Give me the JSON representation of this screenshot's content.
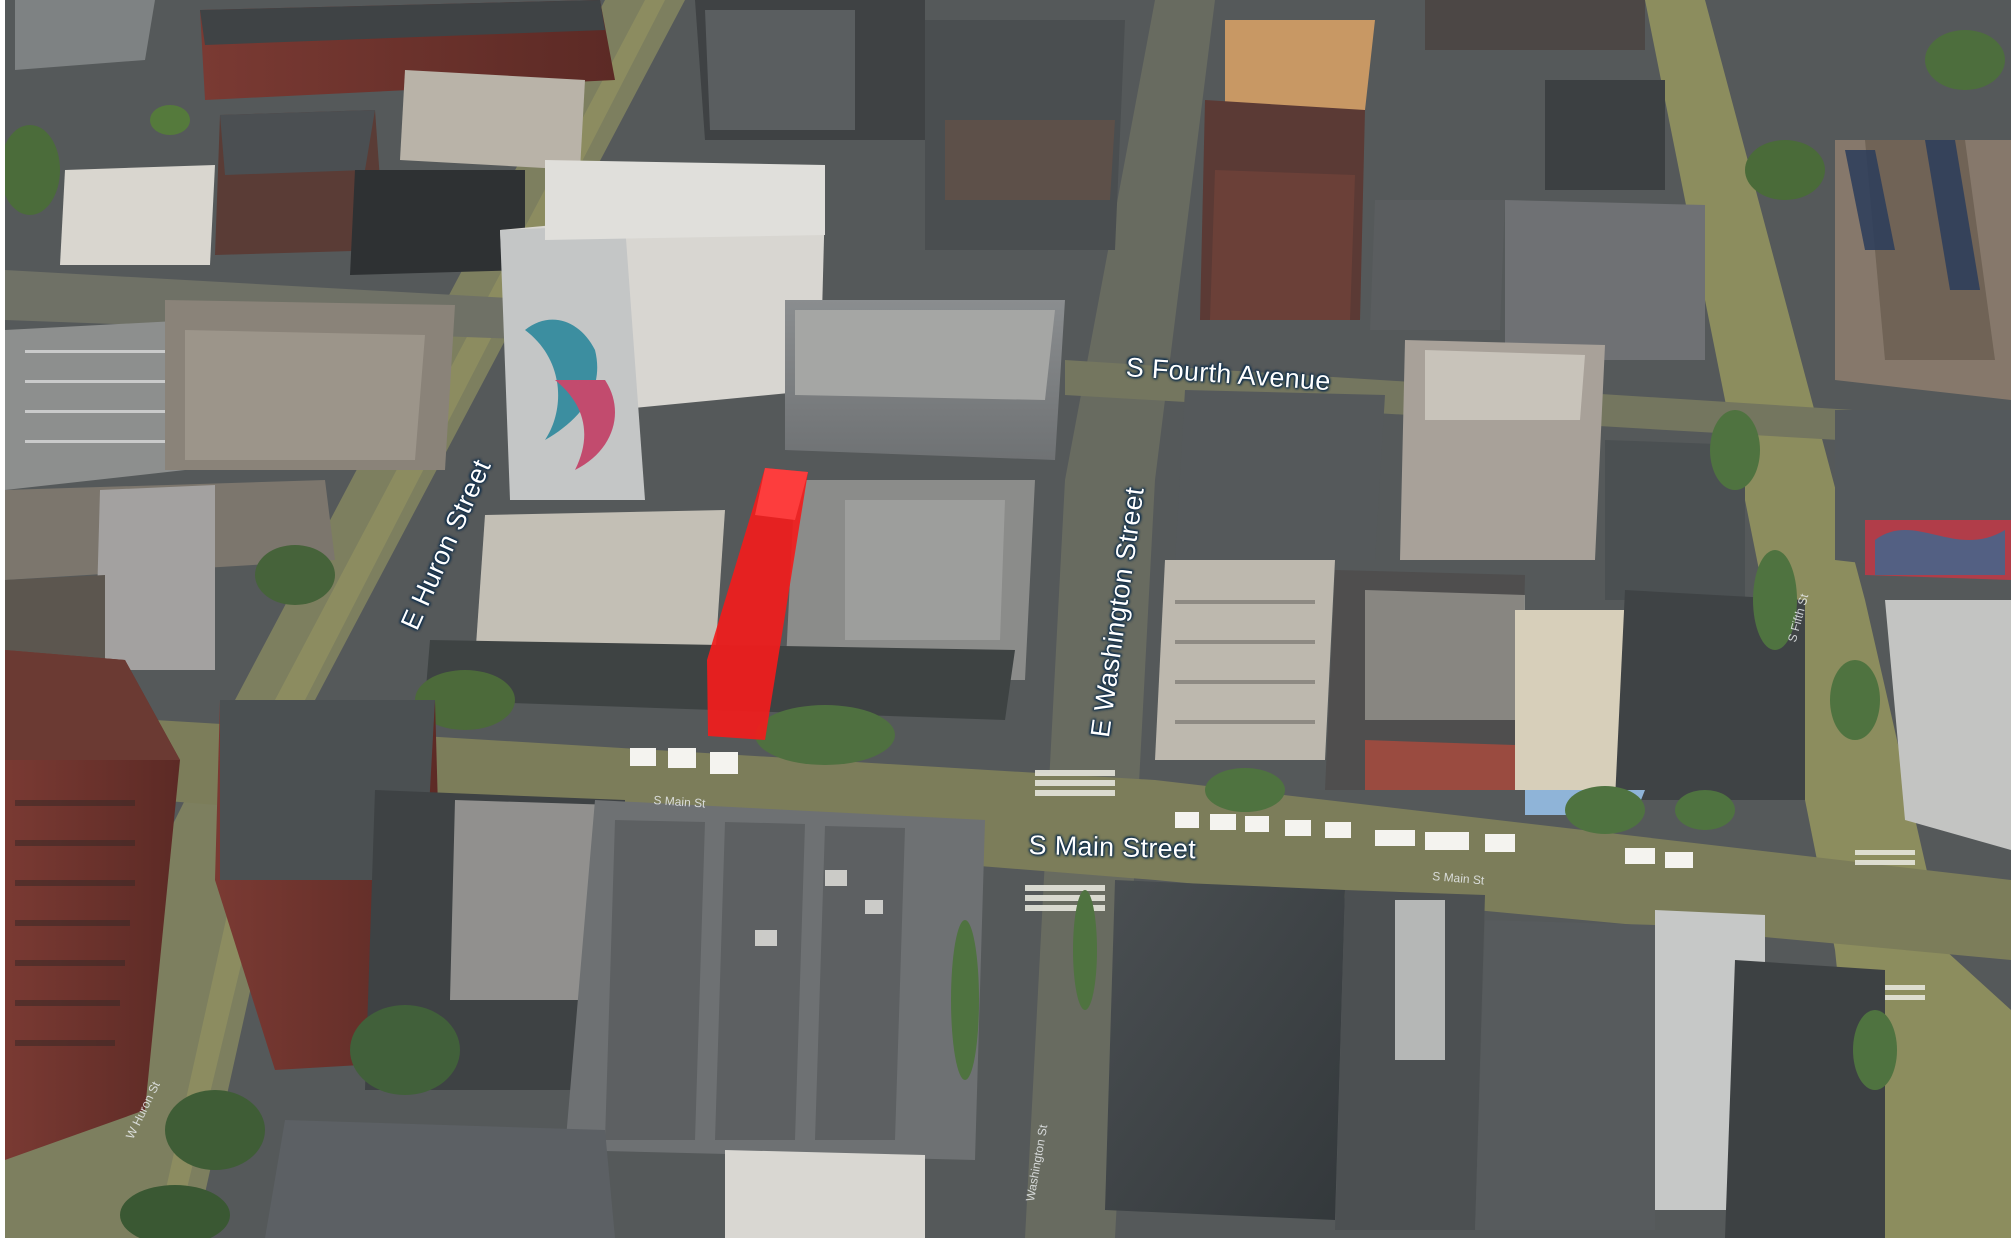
{
  "map": {
    "street_labels": {
      "s_fourth_avenue": "S Fourth Avenue",
      "e_huron_street": "E Huron Street",
      "e_washington_street": "E Washington Street",
      "s_main_street": "S Main Street"
    },
    "road_markings": {
      "s_main_st_left": "S Main St",
      "s_main_st_right": "S Main St",
      "w_huron_st": "W Huron St",
      "washington_st": "Washington St",
      "fifth_st": "S Fifth St"
    },
    "highlight": {
      "description_color": "#ff1a1a"
    },
    "colors": {
      "highlight_red": "#f21c1c",
      "label_text": "#ffffff",
      "label_outline": "#0d2c4a"
    }
  }
}
